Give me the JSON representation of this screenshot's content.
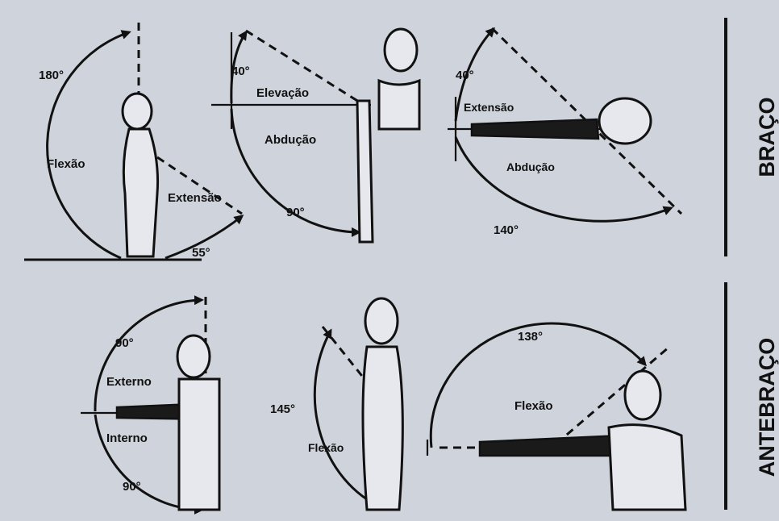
{
  "sections": [
    {
      "title": "BRAÇO"
    },
    {
      "title": "ANTEBRAÇO"
    }
  ],
  "panels": [
    {
      "labels": [
        "180°",
        "Flexão",
        "Extensão",
        "55°"
      ]
    },
    {
      "labels": [
        "40°",
        "Elevação",
        "Abdução",
        "90°"
      ]
    },
    {
      "labels": [
        "40°",
        "Extensão",
        "Abdução",
        "140°"
      ]
    },
    {
      "labels": [
        "90°",
        "Externo",
        "Interno",
        "90°"
      ]
    },
    {
      "labels": [
        "145°",
        "Flexão"
      ]
    },
    {
      "labels": [
        "138°",
        "Flexão"
      ]
    }
  ],
  "colors": {
    "background": "#cfd3dc",
    "ink": "#111111"
  }
}
